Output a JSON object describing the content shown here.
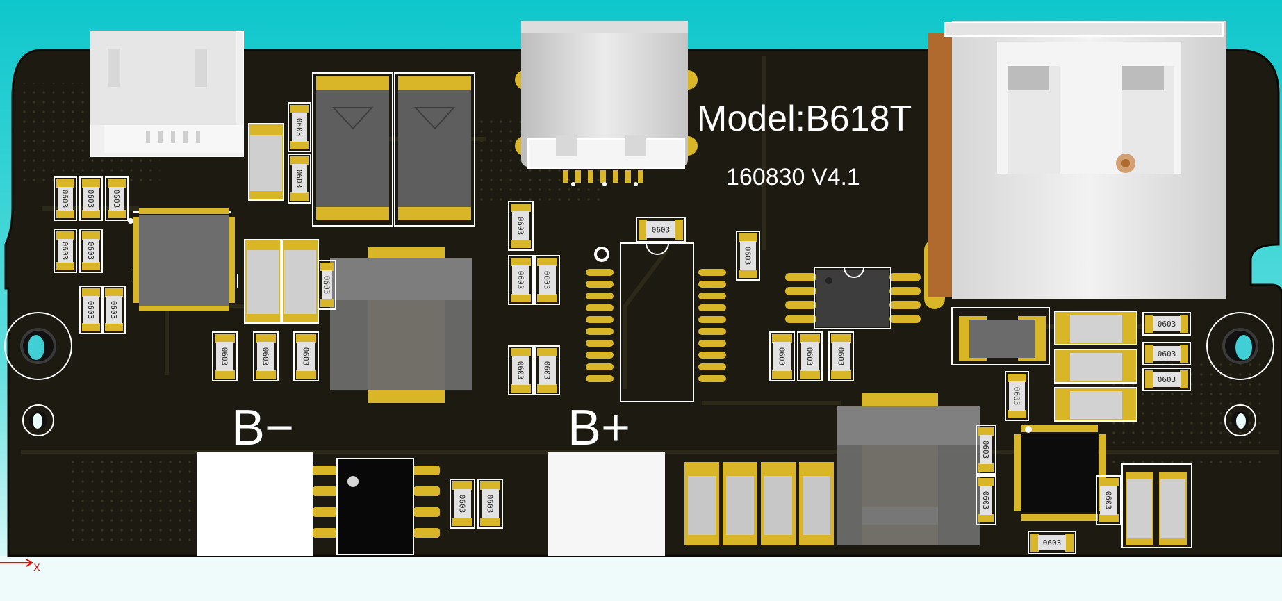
{
  "board": {
    "model_label": "Model:B618T",
    "version_label": "160830  V4.1",
    "negative_terminal_label": "B−",
    "positive_terminal_label": "B+",
    "origin_marker_label": "X"
  },
  "components": {
    "resistor_label": "0603"
  },
  "colors": {
    "sky_top": "#0fc6cc",
    "sky_bottom": "#f3fdfd",
    "board": "#1d1a12",
    "copper": "#2a261a",
    "pad_gold": "#d9b628",
    "silkscreen": "#ffffff",
    "origin_marker": "#e01010"
  },
  "icons": {
    "connector_usb_c": "usb-c-connector-icon",
    "connector_usb_a": "usb-a-connector-icon",
    "connector_jst": "jst-connector-icon"
  }
}
